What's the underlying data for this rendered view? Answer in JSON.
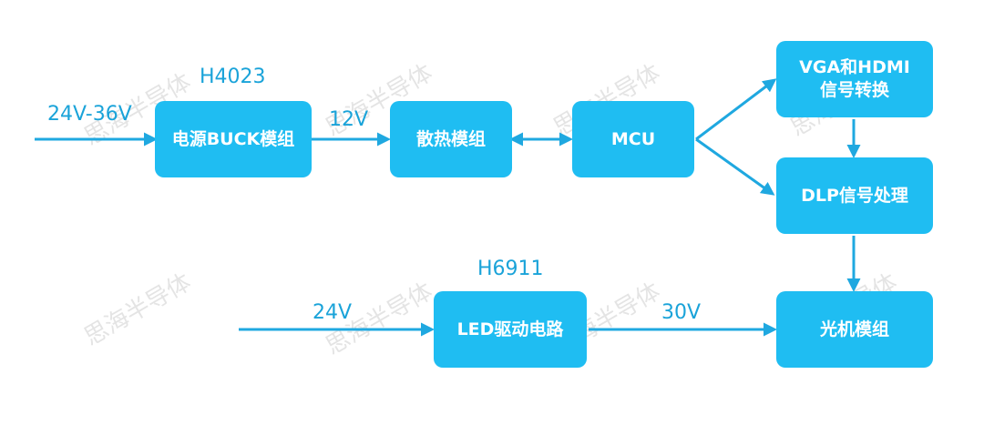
{
  "diagram": {
    "blocks": {
      "buck": "电源BUCK模组",
      "heat": "散热模组",
      "mcu": "MCU",
      "vga_line1": "VGA和HDMI",
      "vga_line2": "信号转换",
      "dlp": "DLP信号处理",
      "led": "LED驱动电路",
      "optic": "光机模组"
    },
    "labels": {
      "input_top": "24V-36V",
      "chip_top": "H4023",
      "v12": "12V",
      "input_bottom": "24V",
      "chip_bottom": "H6911",
      "v30": "30V"
    },
    "watermark": "思海半导体",
    "colors": {
      "block": "#1fbdf2",
      "arrow": "#1fa8e0",
      "label": "#1aa3d9"
    }
  }
}
